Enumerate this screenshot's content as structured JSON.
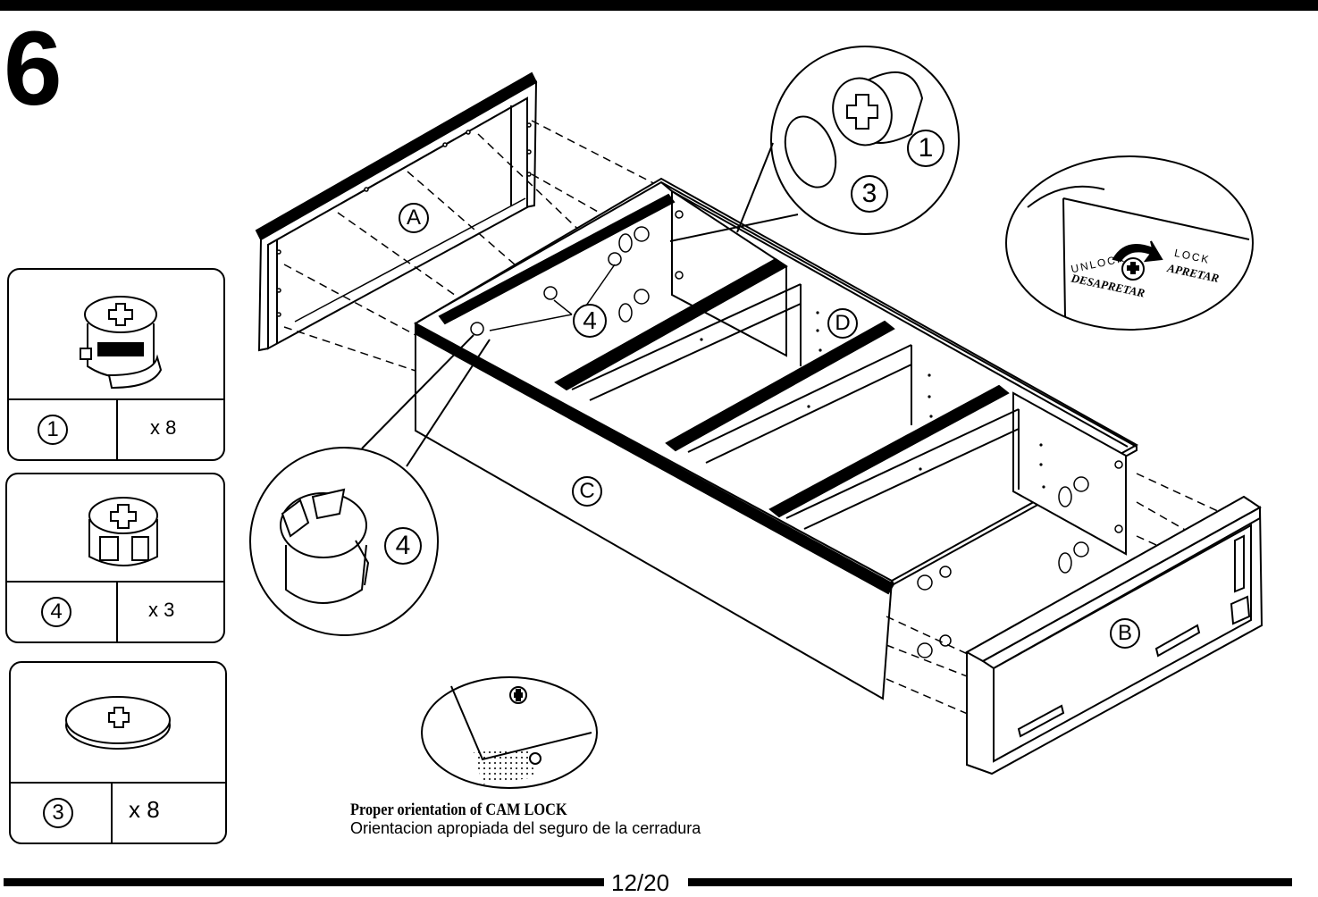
{
  "step": {
    "number": "6"
  },
  "parts": [
    {
      "id": "1",
      "qty": "x 8",
      "icon": "cam-lock-body-icon"
    },
    {
      "id": "4",
      "qty": "x 3",
      "icon": "cam-lock-short-icon"
    },
    {
      "id": "3",
      "qty": "x 8",
      "icon": "cap-cover-icon"
    }
  ],
  "panels": {
    "a": "A",
    "b": "B",
    "c": "C",
    "d": "D"
  },
  "callouts": {
    "c1": "1",
    "c3": "3",
    "c4_main": "4",
    "c4_zoom": "4"
  },
  "lock_detail": {
    "unlock": "UNLOCK",
    "desapretar": "DESAPRETAR",
    "lock": "LOCK",
    "apretar": "APRETAR"
  },
  "caption": {
    "english": "Proper orientation of CAM LOCK",
    "spanish": "Orientacion apropiada del seguro de la cerradura"
  },
  "footer": {
    "page": "12/20"
  }
}
